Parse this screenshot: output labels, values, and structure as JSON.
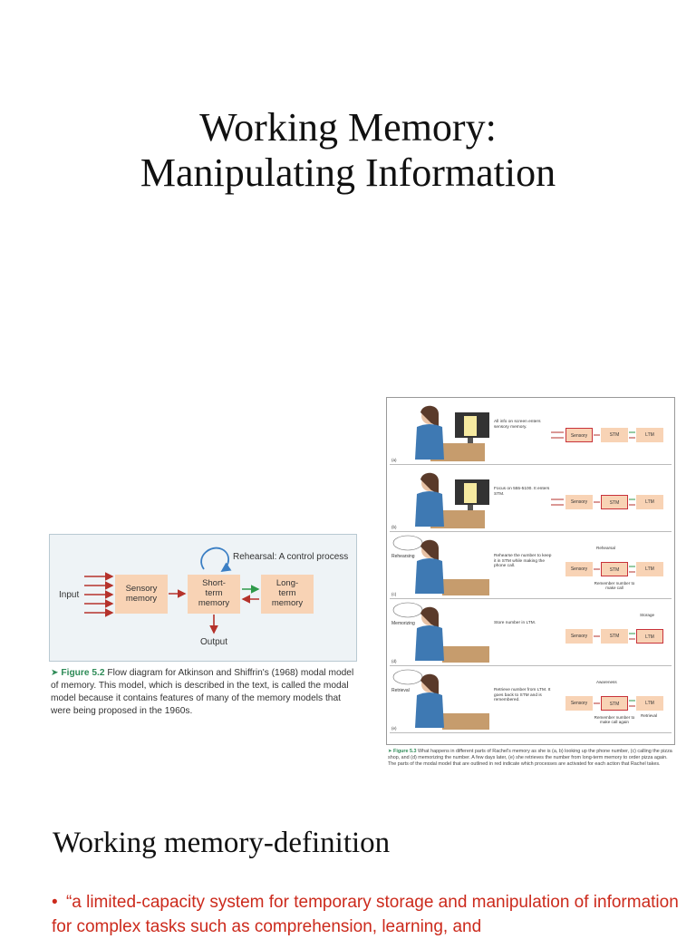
{
  "slide": {
    "title_line1": "Working Memory:",
    "title_line2": "Manipulating Information"
  },
  "figure52": {
    "labels": {
      "rehearsal": "Rehearsal: A control process",
      "input": "Input",
      "sensory_1": "Sensory",
      "sensory_2": "memory",
      "stm_1": "Short-",
      "stm_2": "term",
      "stm_3": "memory",
      "ltm_1": "Long-",
      "ltm_2": "term",
      "ltm_3": "memory",
      "output": "Output"
    },
    "caption_label": "Figure 5.2",
    "caption_text": "Flow diagram for Atkinson and Shiffrin's (1968) modal model of memory. This model, which is described in the text, is called the modal model because it contains features of many of the memory models that were being proposed in the 1960s."
  },
  "figure53": {
    "panels": [
      {
        "letter": "(a)",
        "side": "",
        "desc": "All info on screen enters sensory memory.",
        "highlight": "sensory"
      },
      {
        "letter": "(b)",
        "side": "",
        "desc": "Focus on 555-5100. It enters STM.",
        "highlight": "stm"
      },
      {
        "letter": "(c)",
        "side": "Rehearsing",
        "desc": "Rehearse the number to keep it in STM while making the phone call.",
        "highlight": "stm",
        "note_top": "Rehearsal",
        "note_bottom": "Remember number to make call"
      },
      {
        "letter": "(d)",
        "side": "Memorizing",
        "desc": "Store number in LTM.",
        "highlight": "ltm",
        "note_top": "Storage"
      },
      {
        "letter": "(e)",
        "side": "Retrieval",
        "desc": "Retrieve number from LTM. It goes back to STM and is remembered.",
        "highlight": "stm",
        "note_top": "Awareness",
        "note_bottom": "Remember number to make call again",
        "note_right": "Retrieval"
      }
    ],
    "box_labels": {
      "sensory": "Sensory",
      "stm": "STM",
      "ltm": "LTM"
    },
    "caption_label": "Figure 5.3",
    "caption_text": "What happens in different parts of Rachel's memory as she is (a, b) looking up the phone number, (c) calling the pizza shop, and (d) memorizing the number. A few days later, (e) she retrieves the number from long-term memory to order pizza again. The parts of the modal model that are outlined in red indicate which processes are activated for each action that Rachel takes."
  },
  "section": {
    "heading": "Working memory-definition",
    "bullet": "“a limited-capacity system for temporary storage and manipulation of information for complex tasks such as comprehension, learning, and"
  },
  "colors": {
    "box_fill": "#f8d3b5",
    "arrow_red": "#b5322b",
    "arrow_green": "#2e9a4a",
    "rehearsal_blue": "#3b7fc4",
    "bullet_red": "#cc2a1c"
  }
}
